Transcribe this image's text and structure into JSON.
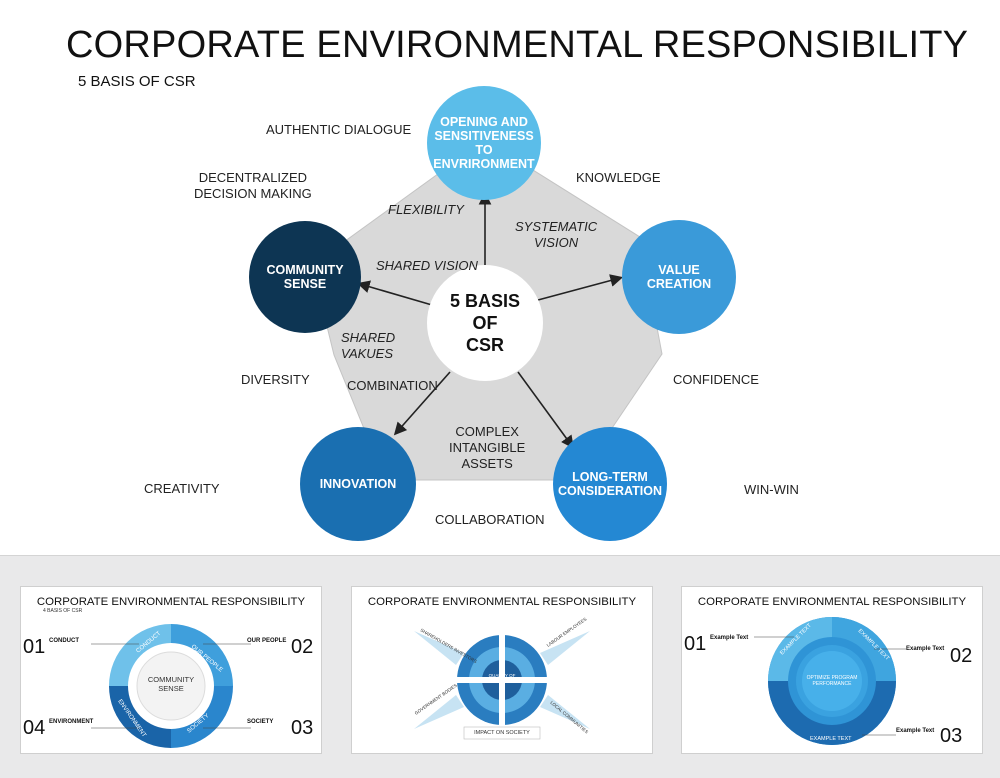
{
  "main": {
    "title": "CORPORATE ENVIRONMENTAL RESPONSIBILITY",
    "subtitle": "5 BASIS OF CSR",
    "center": [
      "5 BASIS",
      "OF",
      "CSR"
    ],
    "nodes": {
      "opening": [
        "OPENING AND",
        "SENSITIVENESS",
        "TO",
        "ENVRIRONMENT"
      ],
      "value": [
        "VALUE",
        "CREATION"
      ],
      "long_term": [
        "LONG-TERM",
        "CONSIDERATION"
      ],
      "innovation": [
        "INNOVATION"
      ],
      "community": [
        "COMMUNITY",
        "SENSE"
      ]
    },
    "inner_labels": {
      "flexibility": "FLEXIBILITY",
      "systematic": [
        "SYSTEMATIC",
        "VISION"
      ],
      "shared_vision": "SHARED VISION",
      "shared_values": [
        "SHARED",
        "VAKUES"
      ],
      "combination": "COMBINATION",
      "complex": [
        "COMPLEX",
        "INTANGIBLE",
        "ASSETS"
      ]
    },
    "outer_labels": {
      "authentic": "AUTHENTIC  DIALOGUE",
      "decentralized": [
        "DECENTRALIZED",
        "DECISION MAKING"
      ],
      "knowledge": "KNOWLEDGE",
      "diversity": "DIVERSITY",
      "confidence": "CONFIDENCE",
      "creativity": "CREATIVITY",
      "collaboration": "COLLABORATION",
      "winwin": "WIN-WIN"
    },
    "colors": {
      "light_blue": "#5bbde9",
      "mid_blue": "#3a9ad9",
      "deep_blue": "#1a6fb1",
      "navy": "#0d3553",
      "pentagon": "#d9d9d9"
    }
  },
  "thumbs": [
    {
      "title": "CORPORATE ENVIRONMENTAL RESPONSIBILITY",
      "subtitle": "4 BASIS OF CSR",
      "center": [
        "COMMUNITY",
        "SENSE"
      ],
      "segments": [
        "CONDUCT",
        "OUR PEOPLE",
        "SOCIETY",
        "ENVIRONMENT"
      ],
      "nums": [
        "01",
        "02",
        "03",
        "04"
      ],
      "heads": [
        "CONDUCT",
        "OUR PEOPLE",
        "SOCIETY",
        "ENVIRONMENT"
      ]
    },
    {
      "title": "CORPORATE ENVIRONMENTAL RESPONSIBILITY",
      "center": [
        "QUALITY OF",
        "MANAGEMENT"
      ],
      "bottom": "IMPACT ON SOCIETY",
      "arrows": [
        "SHAREHOLDERS INVESTORS",
        "LABOUR EMPLOYEES",
        "GOVERNMENT BODIES",
        "LOCAL COMMUNITIES"
      ]
    },
    {
      "title": "CORPORATE ENVIRONMENTAL RESPONSIBILITY",
      "center": [
        "OPTIMIZE PROGRAM",
        "PERFORMANCE"
      ],
      "segments": [
        "EXAMPLE TEXT",
        "EXAMPLE TEXT",
        "EXAMPLE TEXT"
      ],
      "nums": [
        "01",
        "02",
        "03"
      ],
      "heads": [
        "Example Text",
        "Example Text",
        "Example Text"
      ]
    }
  ]
}
